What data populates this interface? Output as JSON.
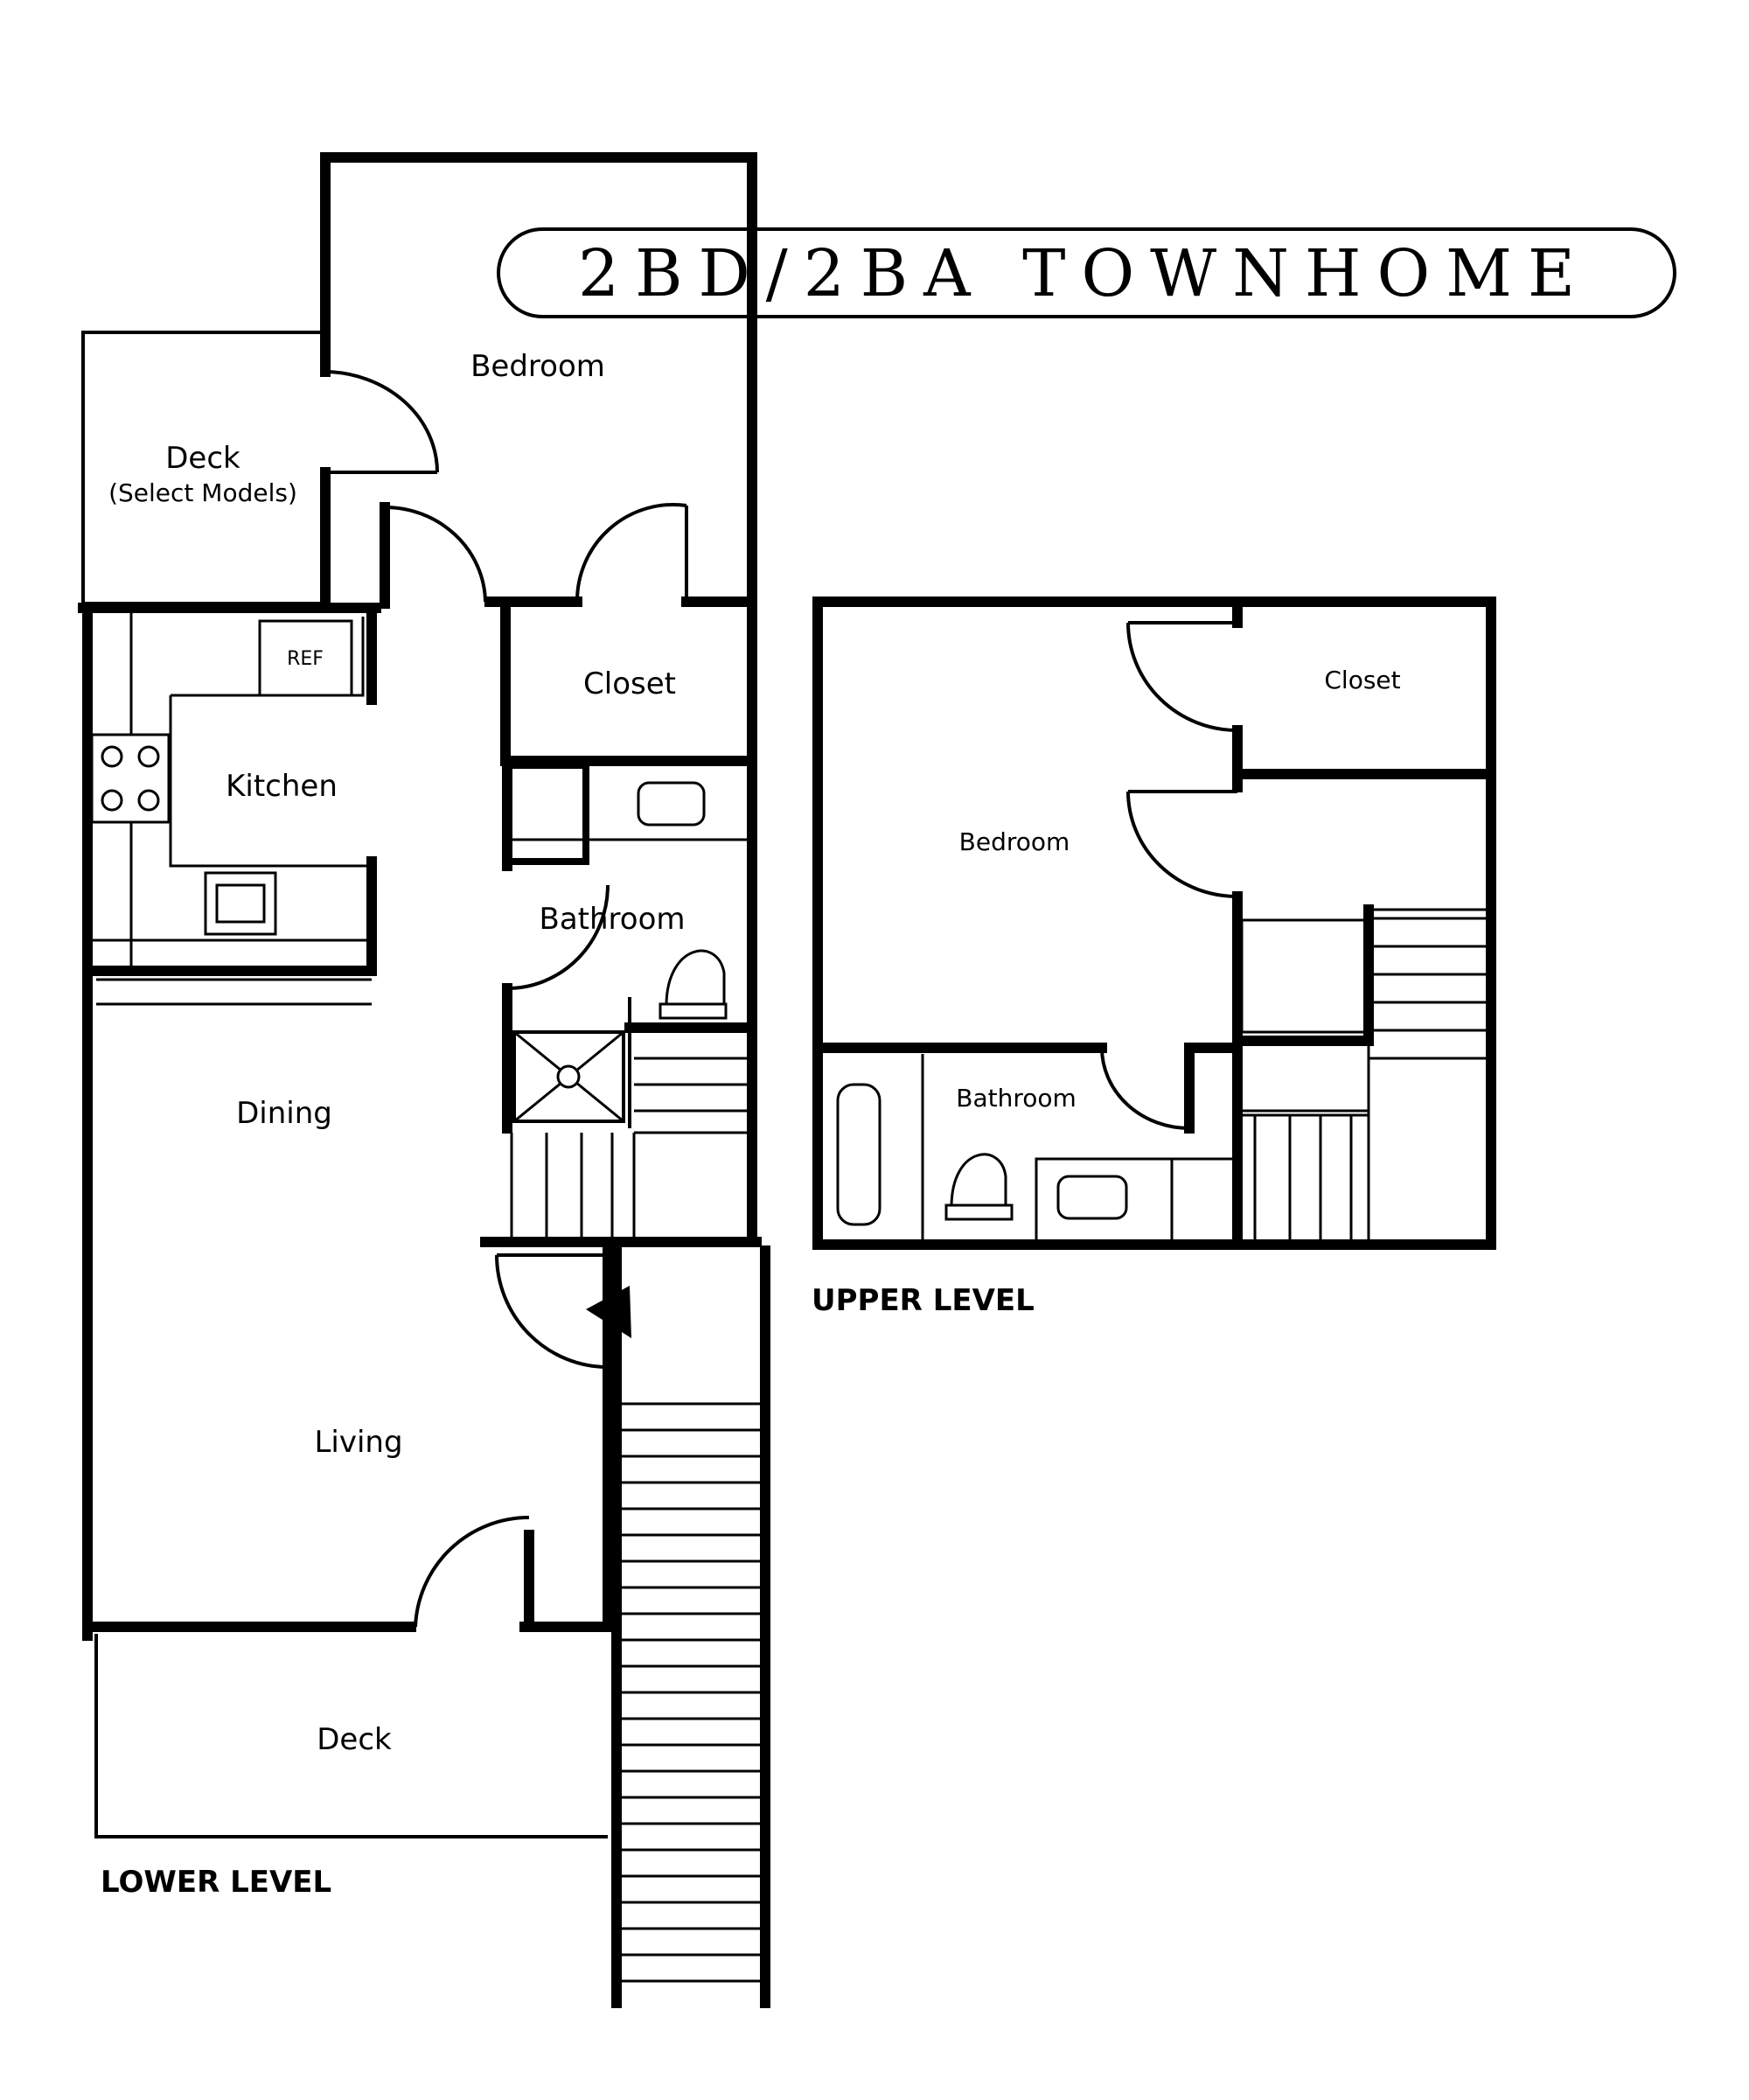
{
  "title": "2BD/2BA TOWNHOME",
  "lower_level": {
    "level_label": "LOWER LEVEL",
    "rooms": {
      "bedroom": "Bedroom",
      "deck_top": "Deck",
      "deck_top_note": "(Select Models)",
      "closet": "Closet",
      "kitchen": "Kitchen",
      "ref": "REF",
      "bathroom": "Bathroom",
      "dining": "Dining",
      "living": "Living",
      "deck_bottom": "Deck"
    }
  },
  "upper_level": {
    "level_label": "UPPER LEVEL",
    "rooms": {
      "closet": "Closet",
      "bedroom": "Bedroom",
      "bathroom": "Bathroom"
    }
  }
}
